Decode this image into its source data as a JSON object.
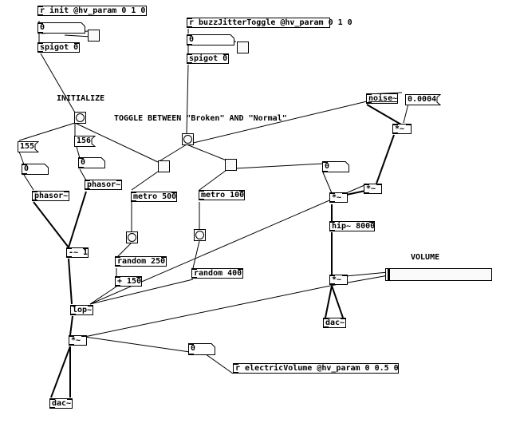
{
  "app": "Pure Data patch",
  "objects": {
    "r_init": "r init @hv_param 0 1 0",
    "spigot1": "spigot 0",
    "r_buzz": "r buzzJitterToggle @hv_param 0 1 0",
    "spigot2": "spigot 0",
    "noise": "noise~",
    "mul_noise": "*~",
    "phasor1": "phasor~",
    "phasor2": "phasor~",
    "metro500": "metro 500",
    "metro100": "metro 100",
    "mul_a": "*~",
    "mul_b": "*~",
    "hip": "hip~ 8000",
    "sub1": "-~ 1",
    "random250": "random 250",
    "plus150": "+ 150",
    "random400": "random 400",
    "mul_vol": "*~",
    "dac_right": "dac~",
    "lop": "lop~",
    "mul_main": "*~",
    "r_electric": "r electricVolume @hv_param 0 0.5 0",
    "dac_left": "dac~"
  },
  "numbers": {
    "num_init": "0",
    "num_buzz": "0",
    "num_155": "0",
    "num_156": "0",
    "num_mid": "0",
    "num_vol": "0"
  },
  "messages": {
    "msg_0004": "0.0004",
    "msg_155": "155",
    "msg_156": "156"
  },
  "comments": {
    "initialize": "INITIALIZE",
    "toggle_label": "TOGGLE BETWEEN \"Broken\" AND \"Normal\"",
    "volume": "VOLUME"
  },
  "slider": {
    "label": "VOLUME",
    "value": 0.0
  }
}
